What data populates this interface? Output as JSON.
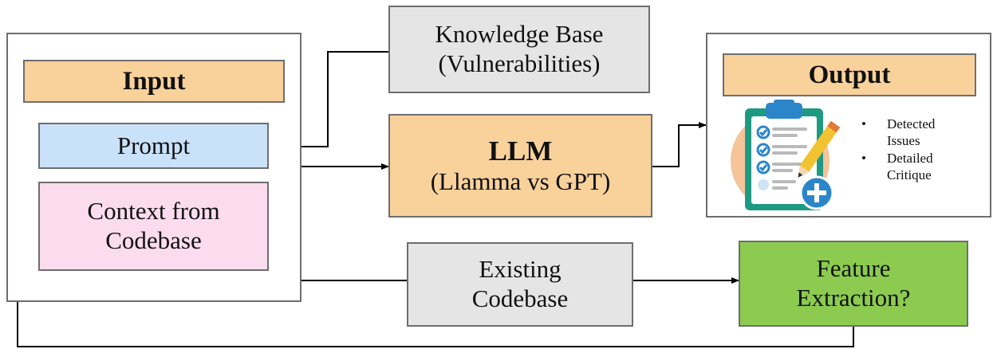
{
  "colors": {
    "input_header": "#f8d19b",
    "prompt": "#c9e2fa",
    "context": "#fbdcef",
    "knowledge": "#e5e5e5",
    "llm": "#f8d19b",
    "output_header": "#f8d19b",
    "existing": "#e5e5e5",
    "feature": "#8ccb4f",
    "border": "#6e6e6e"
  },
  "input": {
    "title": "Input",
    "prompt": "Prompt",
    "context": "Context from\nCodebase"
  },
  "knowledge_base": "Knowledge Base\n(Vulnerabilities)",
  "llm": {
    "title": "LLM",
    "subtitle": "(Llamma vs GPT)"
  },
  "output": {
    "title": "Output",
    "icon": "clipboard-checklist-icon",
    "bullets": [
      "Detected\nIssues",
      "Detailed\nCritique"
    ]
  },
  "existing_codebase": "Existing\nCodebase",
  "feature_extraction": "Feature\nExtraction?"
}
